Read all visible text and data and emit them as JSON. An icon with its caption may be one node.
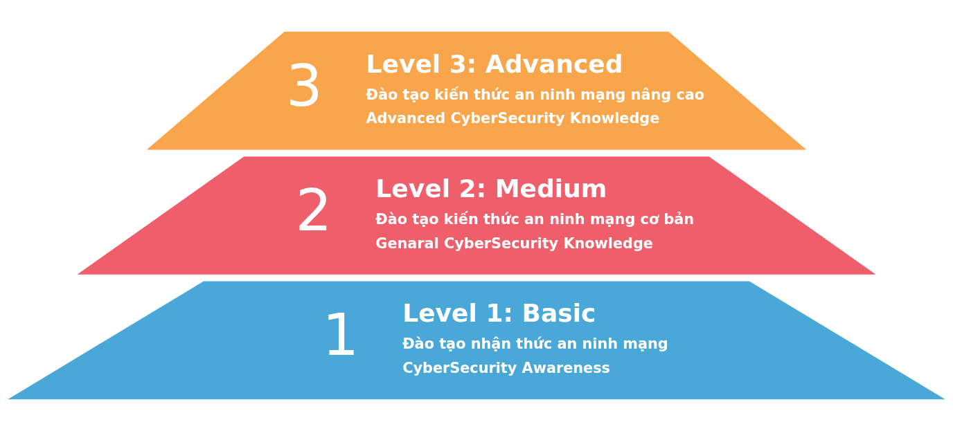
{
  "diagram": {
    "nodes": [
      {
        "text": [
          "3",
          "Level 3: Advanced",
          "Đào tạo kiến thức an ninh mạng nâng cao",
          "Advanced CyberSecurity Knowledge"
        ]
      },
      {
        "text": [
          "2",
          "Level 2: Medium",
          "Đào tạo kiến thức an ninh mạng cơ bản",
          "Genaral CyberSecurity Knowledge"
        ]
      },
      {
        "text": [
          "1",
          "Level 1: Basic",
          "Đào tạo nhận thức an ninh mạng",
          "CyberSecurity Awareness"
        ]
      }
    ]
  }
}
